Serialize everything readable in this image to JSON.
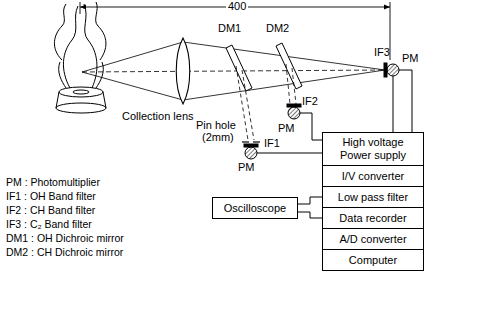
{
  "diagram": {
    "nodes": [
      {
        "text": [
          "High voltage Power supply"
        ]
      },
      {
        "text": [
          "I/V converter"
        ]
      },
      {
        "text": [
          "Low pass filter"
        ]
      },
      {
        "text": [
          "Oscilloscope"
        ]
      },
      {
        "text": [
          "Data recorder"
        ]
      },
      {
        "text": [
          "A/D converter"
        ]
      },
      {
        "text": [
          "Computer"
        ]
      }
    ],
    "edges": [
      {
        "from": 3,
        "to": 2,
        "arrow": "none"
      },
      {
        "from": 3,
        "to": 4,
        "arrow": "none"
      }
    ],
    "labels": [
      "400",
      "Collection lens",
      "DM1",
      "DM2",
      "IF3",
      "PM",
      "IF2",
      "PM",
      "Pin hole",
      "(2mm)",
      "IF1",
      "PM",
      "PM : Photomultiplier",
      "IF1 : OH Band filter",
      "IF2 : CH Band filter",
      "IF3 : C₂ Band filter",
      "DM1 : OH Dichroic mirror",
      "DM2 : CH Dichroic mirror"
    ]
  }
}
